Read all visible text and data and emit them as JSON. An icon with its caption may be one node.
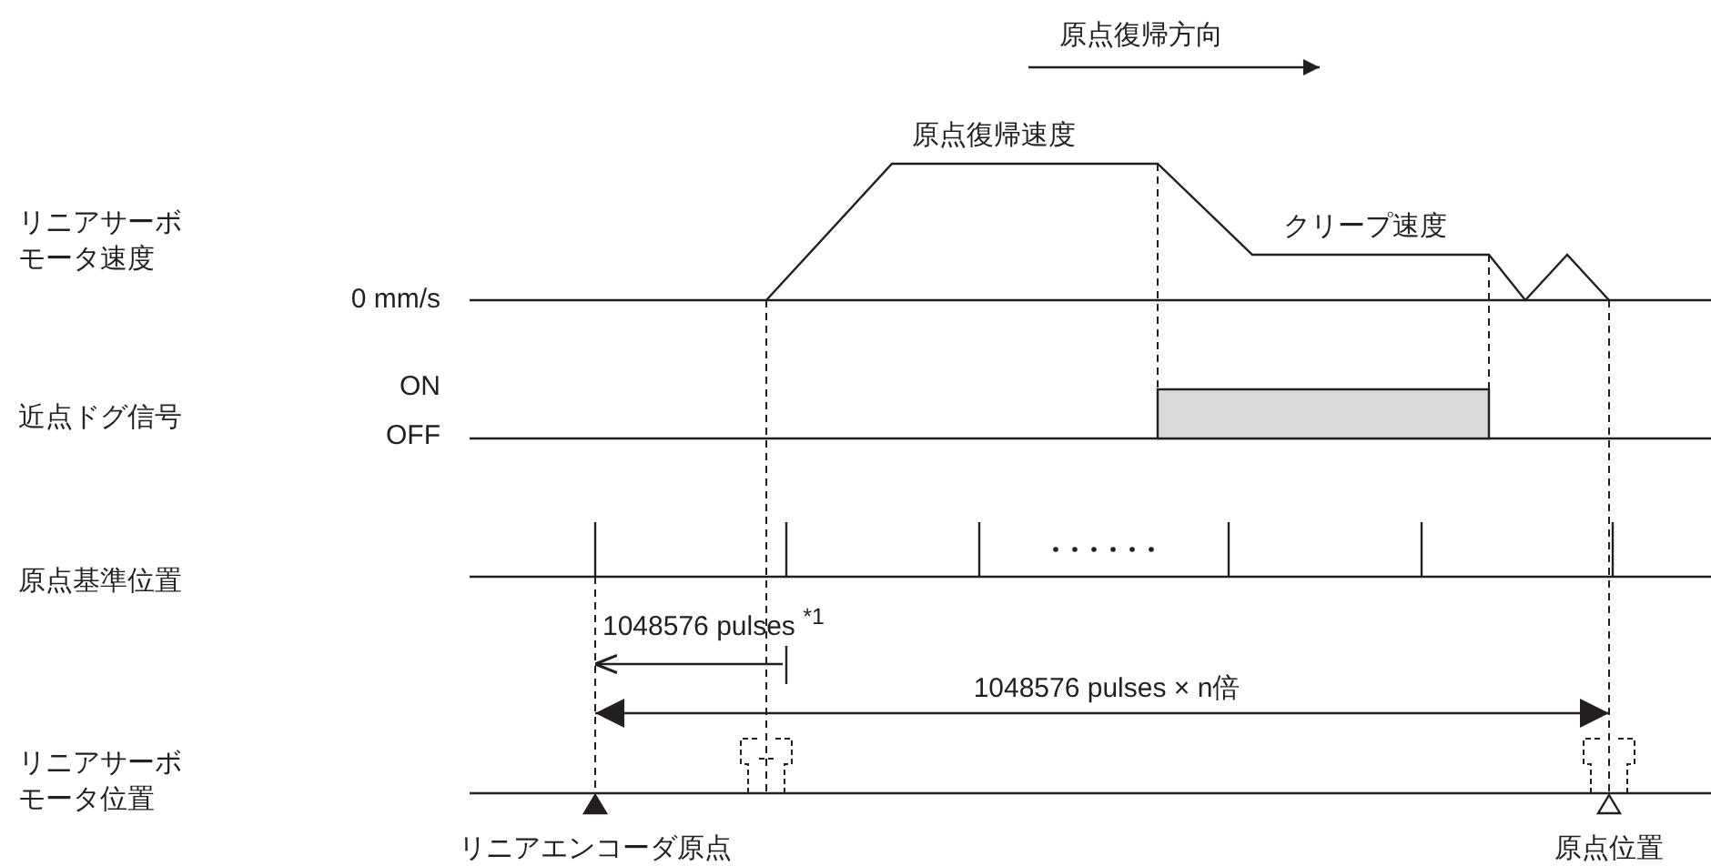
{
  "diagram": {
    "labels": [
      "原点復帰方向",
      "原点復帰速度",
      "リニアサーボモータ速度",
      "クリープ速度",
      "0 mm/s",
      "ON",
      "近点ドグ信号",
      "OFF",
      "原点基準位置",
      "1048576 pulses $^{*1}$",
      "1048576 pulses × n倍",
      "リニアサーボモータ位置",
      "リニアエンコーダ原点",
      "原点位置"
    ]
  }
}
